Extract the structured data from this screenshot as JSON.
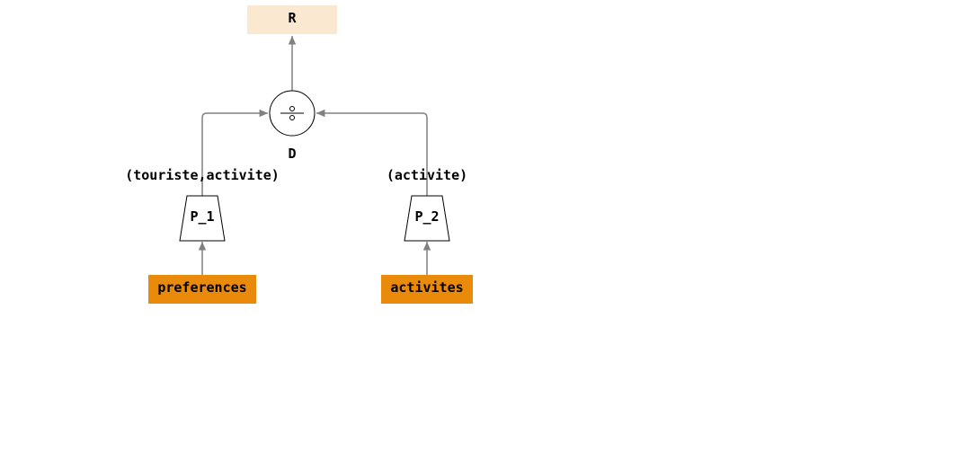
{
  "diagram": {
    "result": {
      "label": "R"
    },
    "division": {
      "label": "D",
      "symbol": "÷"
    },
    "projection_1": {
      "label": "P_1",
      "attributes": "(touriste,activite)"
    },
    "projection_2": {
      "label": "P_2",
      "attributes": "(activite)"
    },
    "source_1": {
      "label": "preferences"
    },
    "source_2": {
      "label": "activites"
    }
  },
  "colors": {
    "result_fill": "#fbe8d1",
    "source_fill": "#ea8a0a",
    "edge": "#808080",
    "stroke": "#000000"
  }
}
